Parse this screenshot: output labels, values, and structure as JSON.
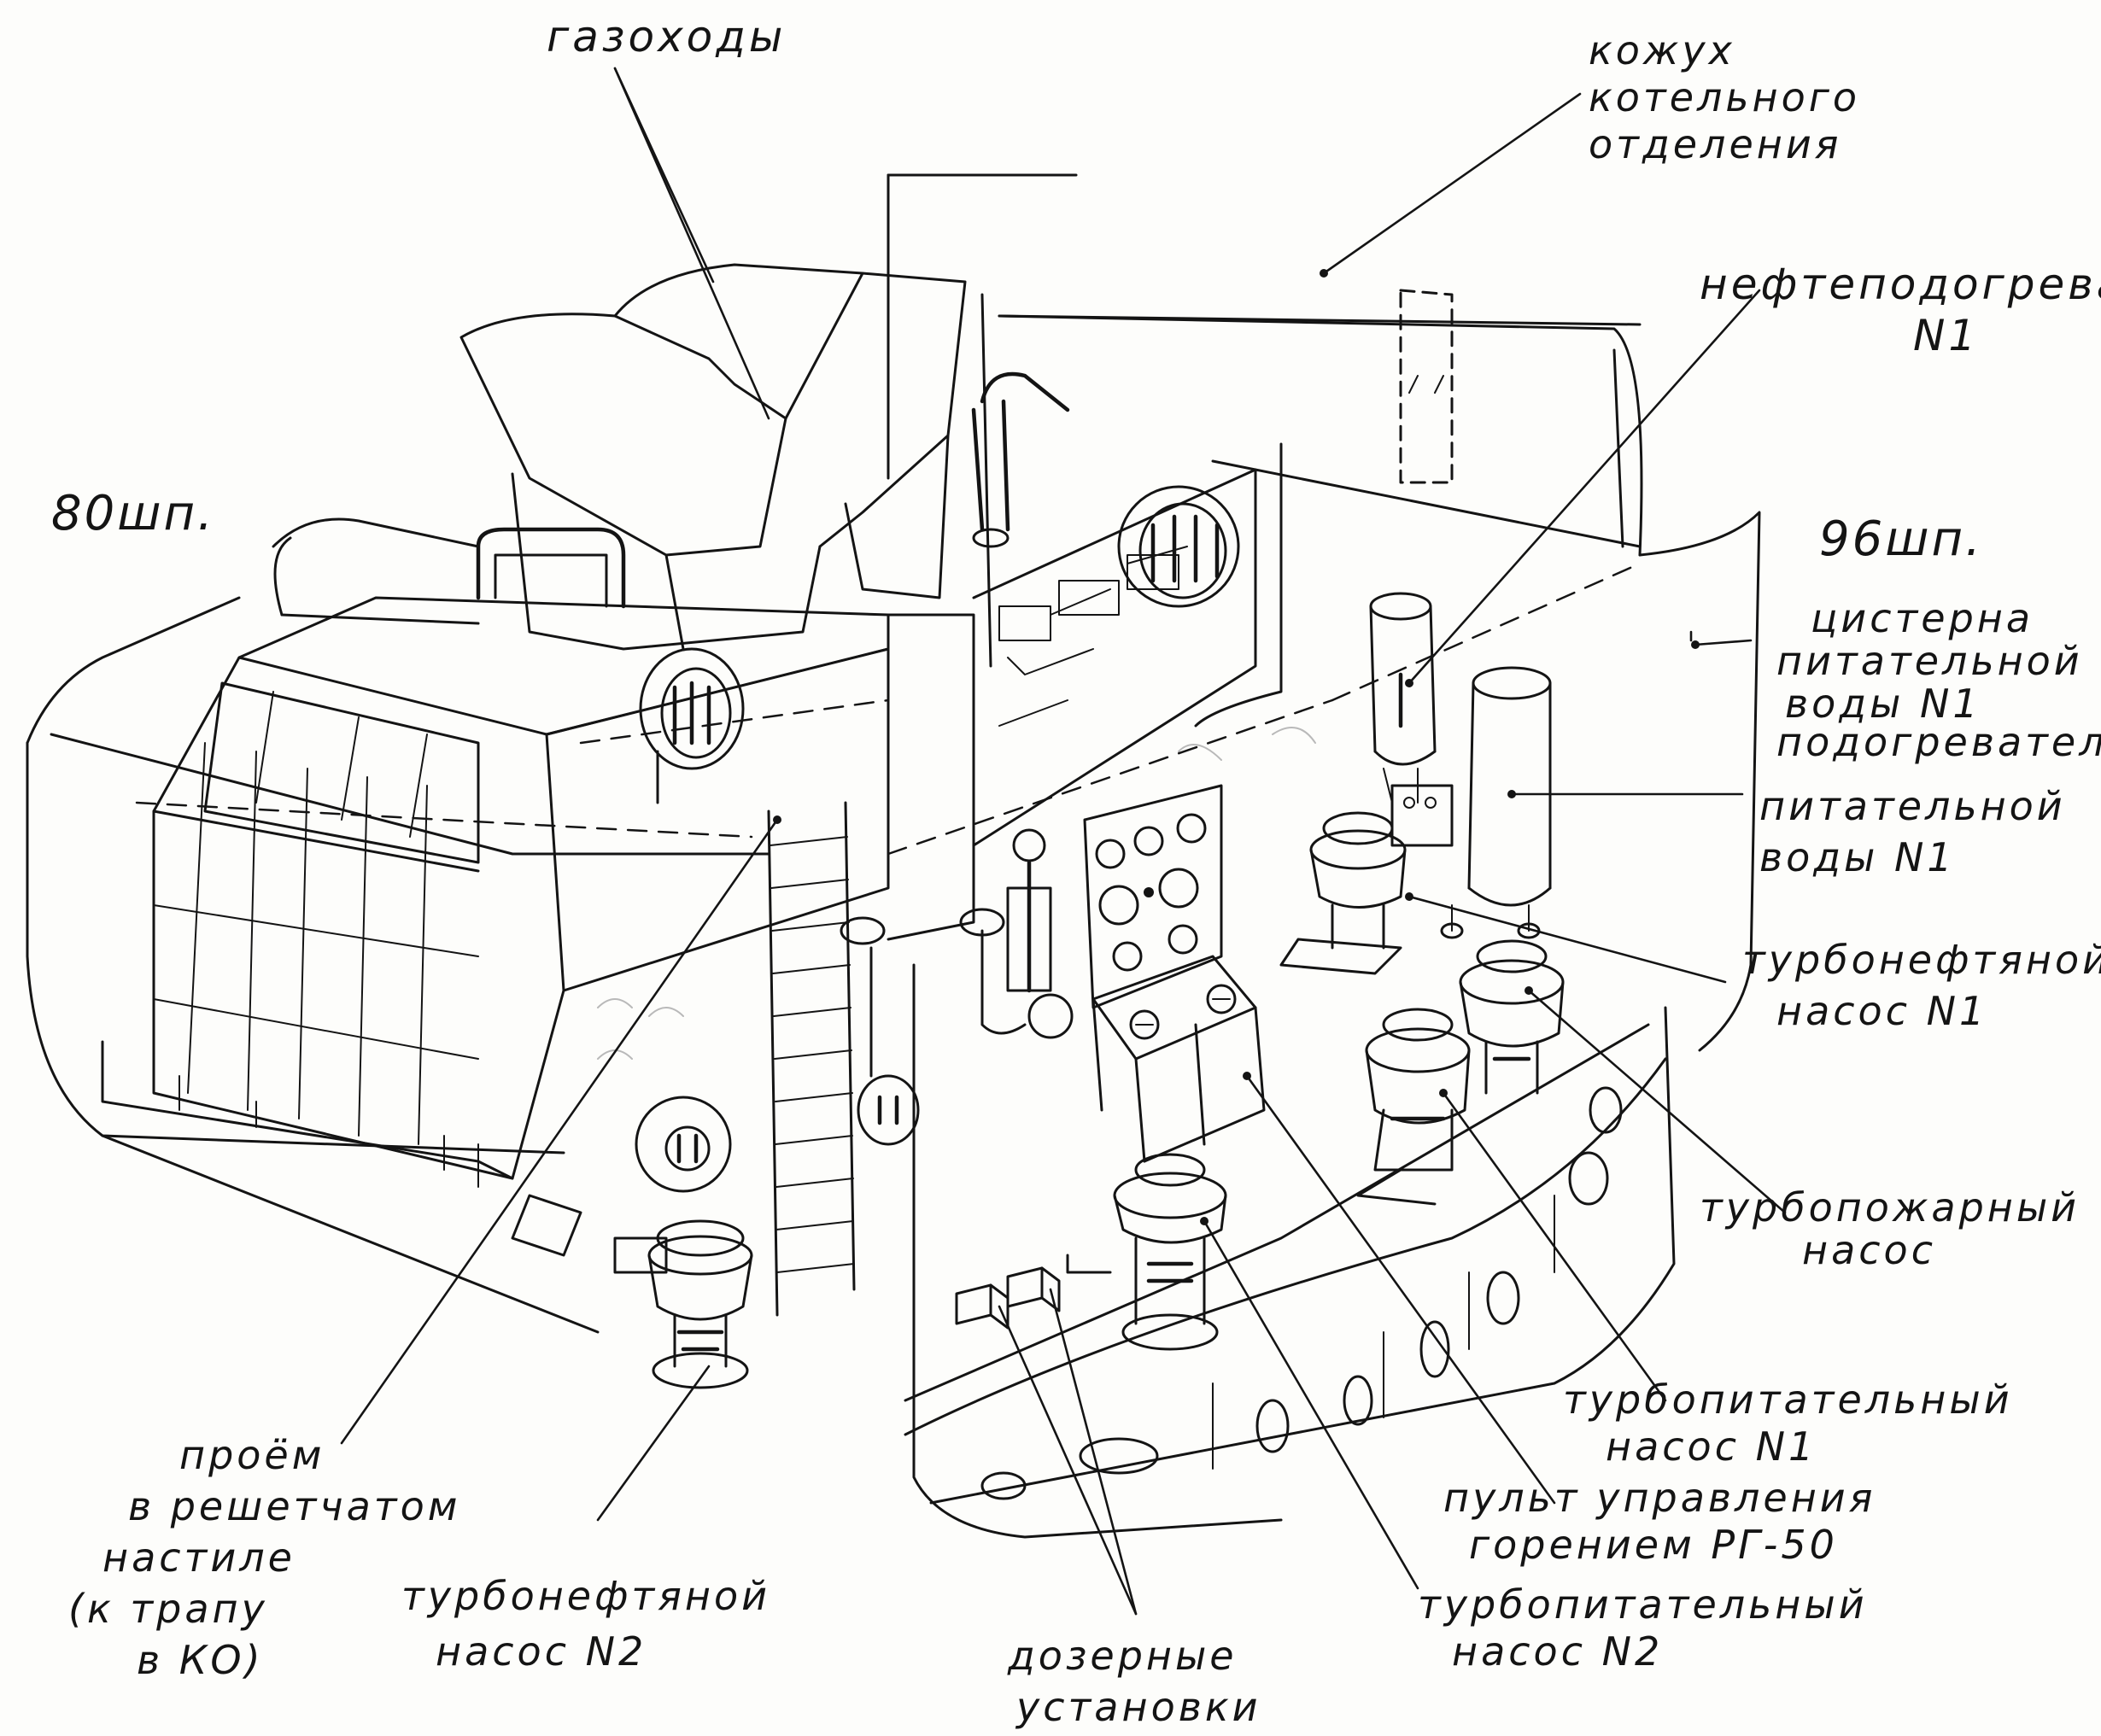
{
  "colors": {
    "ink": "#141414",
    "paper": "#fdfdfb"
  },
  "frames": {
    "left": "80шп.",
    "right": "96шп."
  },
  "labels": {
    "gas_ducts": "газоходы",
    "casing": [
      "кожух",
      "котельного",
      "отделения"
    ],
    "oil_heater": [
      "нефтеподогреватель",
      "N1"
    ],
    "feed_tank": [
      "цистерна",
      "питательной",
      "воды N1"
    ],
    "feed_heater": [
      "подогреватель",
      "питательной",
      "воды N1"
    ],
    "turbo_oil_pump_1": [
      "турбонефтяной",
      "насос N1"
    ],
    "turbo_fire_pump": [
      "турбопожарный",
      "насос"
    ],
    "turbo_feed_pump_1": [
      "турбопитательный",
      "насос N1"
    ],
    "combustion_panel": [
      "пульт управления",
      "горением РГ-50"
    ],
    "turbo_feed_pump_2": [
      "турбопитательный",
      "насос N2"
    ],
    "dosing_units": [
      "дозерные",
      "установки"
    ],
    "turbo_oil_pump_2": [
      "турбонефтяной",
      "насос N2"
    ],
    "grating_opening": [
      "проём",
      "в решетчатом",
      "настиле",
      "(к трапу",
      "в КО)"
    ]
  },
  "icons": [
    "boiler",
    "gas-duct",
    "ladder",
    "pump",
    "valve",
    "control-panel",
    "tank",
    "heater",
    "dosing-box"
  ]
}
